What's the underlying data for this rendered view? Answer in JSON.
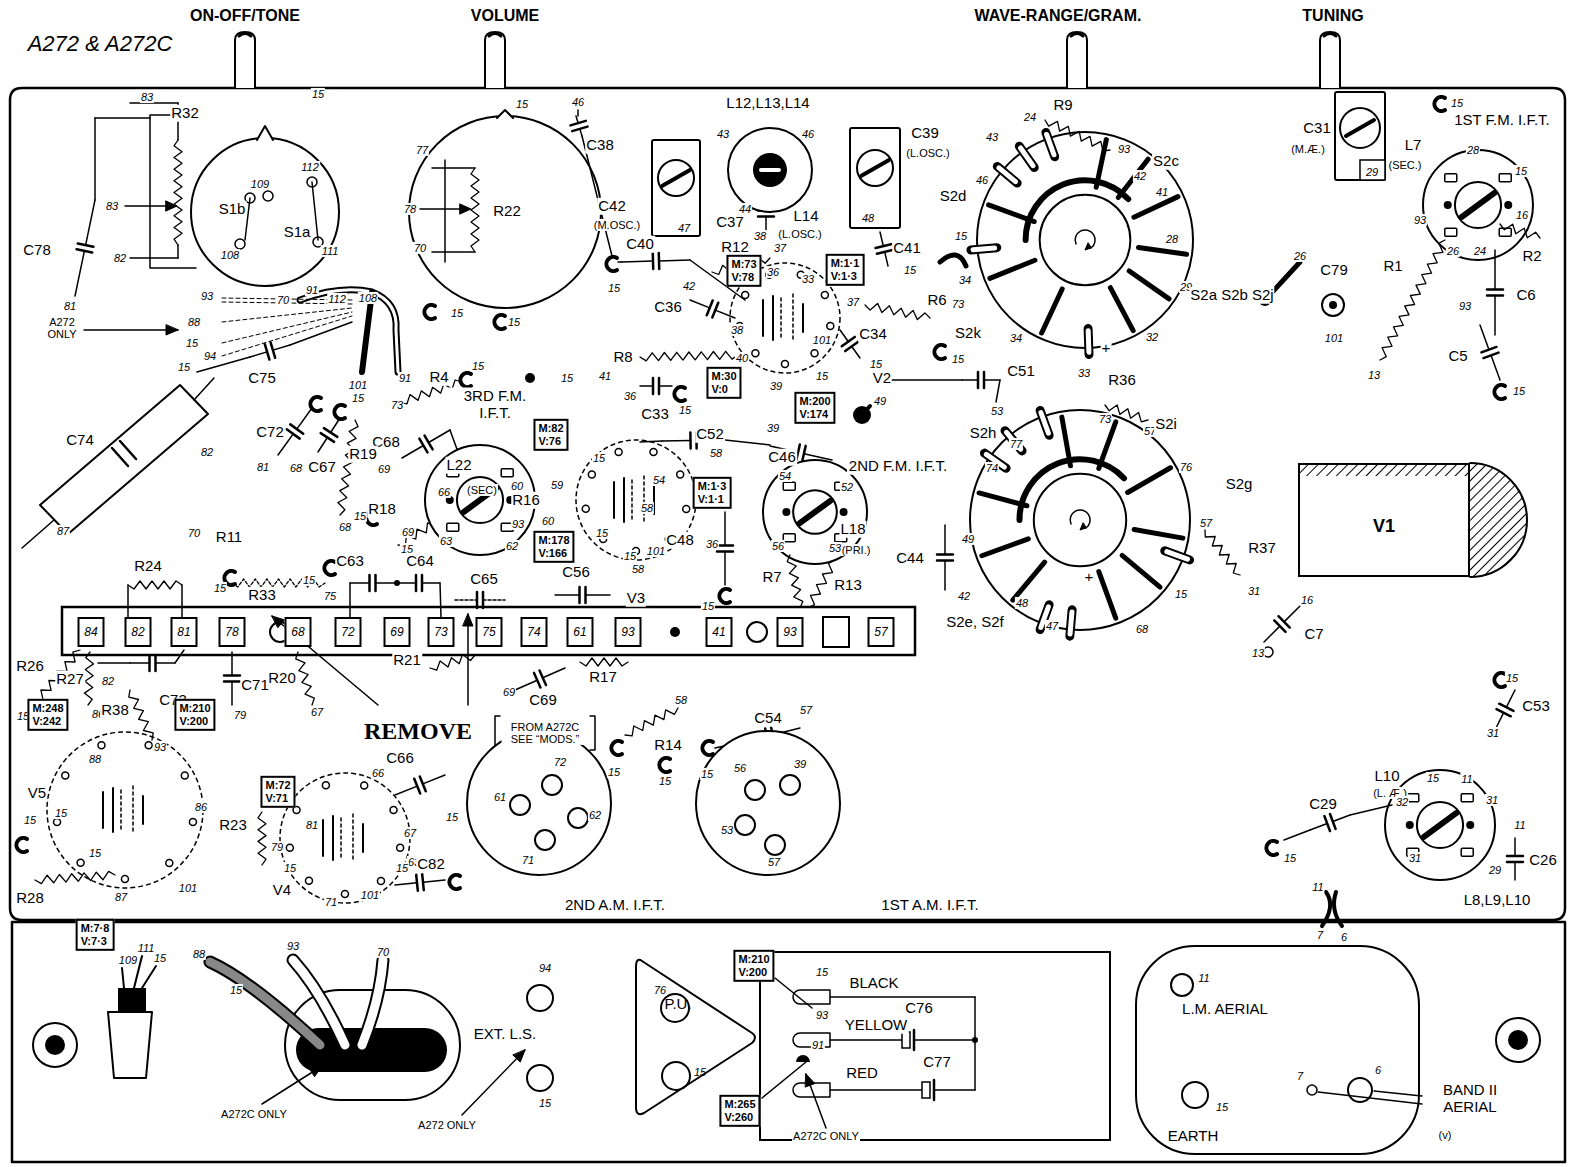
{
  "diagram": {
    "title": "A272 & A272C",
    "nodes": [
      {
        "text": [
          "84"
        ]
      },
      {
        "text": [
          "82"
        ]
      },
      {
        "text": [
          "81"
        ]
      },
      {
        "text": [
          "78"
        ]
      },
      {
        "text": [
          "68"
        ]
      },
      {
        "text": [
          "72"
        ]
      },
      {
        "text": [
          "69"
        ]
      },
      {
        "text": [
          "73"
        ]
      },
      {
        "text": [
          "75"
        ]
      },
      {
        "text": [
          "74"
        ]
      },
      {
        "text": [
          "61"
        ]
      },
      {
        "text": [
          "93"
        ]
      },
      {
        "text": [
          "41"
        ]
      },
      {
        "text": [
          "93"
        ]
      },
      {
        "text": [
          "57"
        ]
      },
      {
        "text": [
          "M:73 V:78"
        ]
      },
      {
        "text": [
          "M:1·1 V:1·3"
        ]
      },
      {
        "text": [
          "M:30 V:0"
        ]
      },
      {
        "text": [
          "M:200 V:174"
        ]
      },
      {
        "text": [
          "M:82 V:76"
        ]
      },
      {
        "text": [
          "M:1·3 V:1·1"
        ]
      },
      {
        "text": [
          "M:178 V:166"
        ]
      },
      {
        "text": [
          "M:248 V:242"
        ]
      },
      {
        "text": [
          "M:210 V:200"
        ]
      },
      {
        "text": [
          "M:72 V:71"
        ]
      },
      {
        "text": [
          "M:7·8 V:7·3"
        ]
      },
      {
        "text": [
          "M:210 V:200"
        ]
      },
      {
        "text": [
          "M:265 V:260"
        ]
      },
      {
        "text": [
          "V1"
        ]
      },
      {
        "text": [
          "P.U."
        ]
      },
      {
        "text": [
          "L.M. AERIAL",
          "EARTH"
        ]
      }
    ],
    "labels": [
      "ON-OFF/TONE",
      "VOLUME",
      "WAVE-RANGE/GRAM.",
      "TUNING",
      "R32",
      "83",
      "83",
      "82",
      "C78",
      "81",
      "15",
      "S1b",
      "S1a",
      "109",
      "112",
      "108",
      "111",
      "15",
      "77",
      "78",
      "70",
      "R22",
      "112",
      "108",
      "15",
      "15",
      "101",
      "91",
      "A272 ONLY",
      "93",
      "70",
      "91",
      "88",
      "15",
      "94",
      "C75",
      "15",
      "82",
      "C74",
      "87",
      "R4",
      "15",
      "73",
      "3RD F.M. I.F.T.",
      "15",
      "C68",
      "69",
      "C72",
      "15",
      "81",
      "68",
      "C67",
      "R19",
      "68",
      "L22",
      "(SEC)",
      "66",
      "60",
      "63",
      "62",
      "R18",
      "15",
      "15",
      "69",
      "R11",
      "70",
      "15",
      "R24",
      "R33",
      "75",
      "15",
      "C63",
      "C64",
      "C65",
      "C56",
      "58",
      "V3",
      "R16",
      "59",
      "60",
      "93",
      "15",
      "54",
      "58",
      "15",
      "101",
      "15",
      "C52",
      "58",
      "C46",
      "39",
      "C48",
      "36",
      "15",
      "2ND F.M. I.F.T.",
      "L18",
      "(PRI.)",
      "54",
      "52",
      "56",
      "53",
      "R7",
      "R13",
      "R26",
      "15",
      "R27",
      "86",
      "C73",
      "C71",
      "79",
      "R20",
      "67",
      "R21",
      "REMOVE",
      "FROM A272C SEE “MODS.”",
      "C69",
      "69",
      "R17",
      "R14",
      "58",
      "15",
      "15",
      "C54",
      "57",
      "15",
      "R38",
      "82",
      "88",
      "93",
      "V5",
      "15",
      "86",
      "R23",
      "15",
      "15",
      "R28",
      "87",
      "101",
      "66",
      "C66",
      "15",
      "81",
      "79",
      "67",
      "63",
      "V4",
      "15",
      "71",
      "15",
      "101",
      "C82",
      "72",
      "61",
      "62",
      "71",
      "2ND A.M. I.F.T.",
      "56",
      "39",
      "53",
      "57",
      "1ST A.M. I.F.T.",
      "46",
      "C38",
      "C40",
      "15",
      "C42",
      "(M.OSC.)",
      "47",
      "L12,L13,L14",
      "43",
      "46",
      "44",
      "L14",
      "(L.OSC.)",
      "C37",
      "C39",
      "(L.OSC.)",
      "48",
      "C41",
      "15",
      "R12",
      "38",
      "37",
      "36",
      "33",
      "37",
      "R6",
      "C34",
      "15",
      "15",
      "V2",
      "101",
      "15",
      "39",
      "40",
      "38",
      "C36",
      "42",
      "R8",
      "41",
      "36",
      "C33",
      "15",
      "C51",
      "53",
      "49",
      "R9",
      "24",
      "93",
      "S2c",
      "43",
      "42",
      "41",
      "S2d",
      "46",
      "28",
      "15",
      "73",
      "S2k",
      "34",
      "29",
      "32",
      "33",
      "S2a S2b S2j",
      "34",
      "+",
      "26",
      "C79",
      "101",
      "C31",
      "(M.Æ.)",
      "29",
      "15",
      "1ST F.M. I.F.T.",
      "L7",
      "(SEC.)",
      "28",
      "15",
      "93",
      "16",
      "26",
      "24",
      "R1",
      "R2",
      "C6",
      "93",
      "C5",
      "15",
      "13",
      "R36",
      "73",
      "57",
      "S2h",
      "S2i",
      "77",
      "76",
      "74",
      "S2g",
      "57",
      "R37",
      "31",
      "C44",
      "49",
      "42",
      "S2e, S2f",
      "48",
      "47",
      "68",
      "15",
      "+",
      "16",
      "C7",
      "13",
      "15",
      "C53",
      "31",
      "L10",
      "(L. Æ.)",
      "15",
      "11",
      "32",
      "31",
      "C29",
      "15",
      "11",
      "C26",
      "31",
      "29",
      "L8,L9,L10",
      "11",
      "7",
      "6",
      "109",
      "111",
      "15",
      "88",
      "15",
      "93",
      "70",
      "A272C ONLY",
      "EXT. L.S.",
      "94",
      "15",
      "A272 ONLY",
      "76",
      "15",
      "15",
      "BLACK",
      "93",
      "YELLOW",
      "C76",
      "RED",
      "C77",
      "91",
      "A272C ONLY",
      "11",
      "15",
      "BAND II AERIAL",
      "(v)",
      "7",
      "6"
    ]
  }
}
